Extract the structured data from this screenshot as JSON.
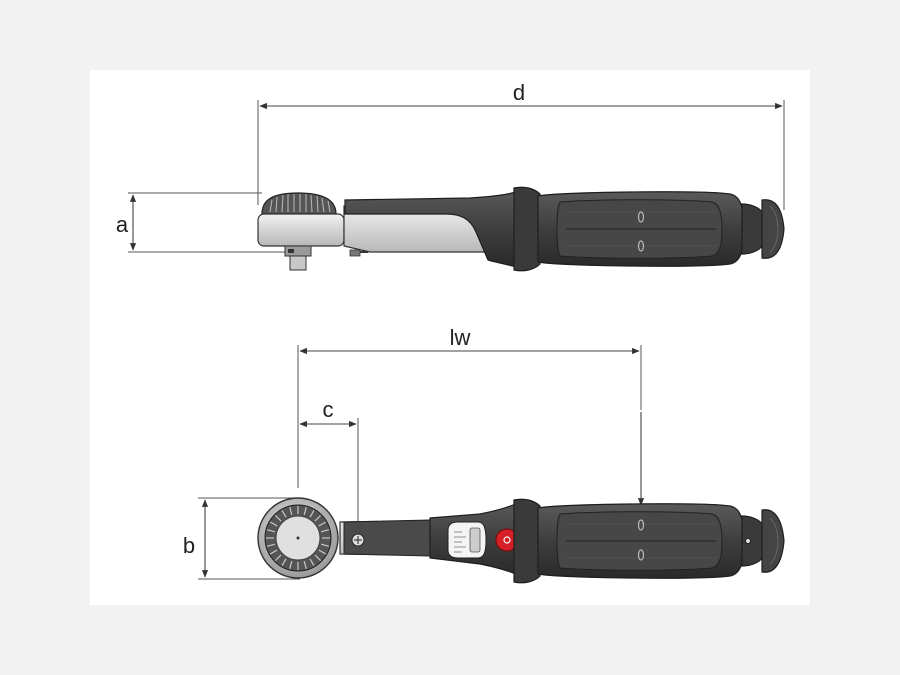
{
  "dimensions": {
    "d": "d",
    "a": "a",
    "lw": "lw",
    "c": "c",
    "b": "b"
  },
  "colors": {
    "handle": "#4a4a4a",
    "handle_dark": "#2f2f2f",
    "metal": "#d9d9d9",
    "release_button": "#d61f26"
  }
}
